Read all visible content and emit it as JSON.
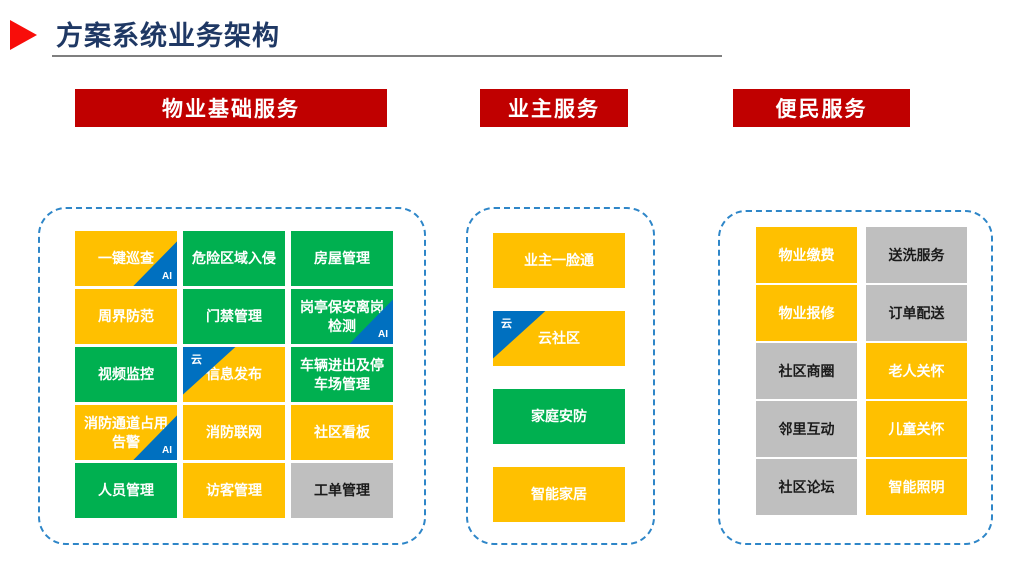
{
  "title": "方案系统业务架构",
  "colors": {
    "bullet_red": "#F80D0A",
    "title_navy": "#1F3864",
    "underline_gray": "#7F7F7F",
    "header_red": "#C00000",
    "header_text": "#FFFFFF",
    "border_blue": "#2E86C8",
    "yellow": "#FFC000",
    "green": "#00B050",
    "gray": "#BFBFBF",
    "badge_blue": "#0070C0",
    "tile_light_text": "#FFFFFF",
    "tile_dark_text": "#1A1A1A"
  },
  "sections": [
    {
      "id": "property-basic",
      "title": "物业基础服务",
      "columns": 3,
      "tiles": [
        {
          "label": "一键巡查",
          "color": "yellow",
          "badge": "AI",
          "badge_type": "ai"
        },
        {
          "label": "危险区域入侵",
          "color": "green"
        },
        {
          "label": "房屋管理",
          "color": "green"
        },
        {
          "label": "周界防范",
          "color": "yellow"
        },
        {
          "label": "门禁管理",
          "color": "green"
        },
        {
          "label": "岗亭保安离岗检测",
          "color": "green",
          "badge": "AI",
          "badge_type": "ai"
        },
        {
          "label": "视频监控",
          "color": "green"
        },
        {
          "label": "信息发布",
          "color": "yellow",
          "badge": "云",
          "badge_type": "cloud"
        },
        {
          "label": "车辆进出及停车场管理",
          "color": "green"
        },
        {
          "label": "消防通道占用告警",
          "color": "yellow",
          "badge": "AI",
          "badge_type": "ai"
        },
        {
          "label": "消防联网",
          "color": "yellow"
        },
        {
          "label": "社区看板",
          "color": "yellow"
        },
        {
          "label": "人员管理",
          "color": "green"
        },
        {
          "label": "访客管理",
          "color": "yellow"
        },
        {
          "label": "工单管理",
          "color": "gray"
        }
      ]
    },
    {
      "id": "owner-services",
      "title": "业主服务",
      "columns": 1,
      "tiles": [
        {
          "label": "业主一脸通",
          "color": "yellow"
        },
        {
          "label": "云社区",
          "color": "yellow",
          "badge": "云",
          "badge_type": "cloud"
        },
        {
          "label": "家庭安防",
          "color": "green"
        },
        {
          "label": "智能家居",
          "color": "yellow"
        }
      ]
    },
    {
      "id": "convenience-services",
      "title": "便民服务",
      "columns": 2,
      "tiles": [
        {
          "label": "物业缴费",
          "color": "yellow"
        },
        {
          "label": "送洗服务",
          "color": "gray"
        },
        {
          "label": "物业报修",
          "color": "yellow"
        },
        {
          "label": "订单配送",
          "color": "gray"
        },
        {
          "label": "社区商圈",
          "color": "gray"
        },
        {
          "label": "老人关怀",
          "color": "yellow"
        },
        {
          "label": "邻里互动",
          "color": "gray"
        },
        {
          "label": "儿童关怀",
          "color": "yellow"
        },
        {
          "label": "社区论坛",
          "color": "gray"
        },
        {
          "label": "智能照明",
          "color": "yellow"
        }
      ]
    }
  ]
}
